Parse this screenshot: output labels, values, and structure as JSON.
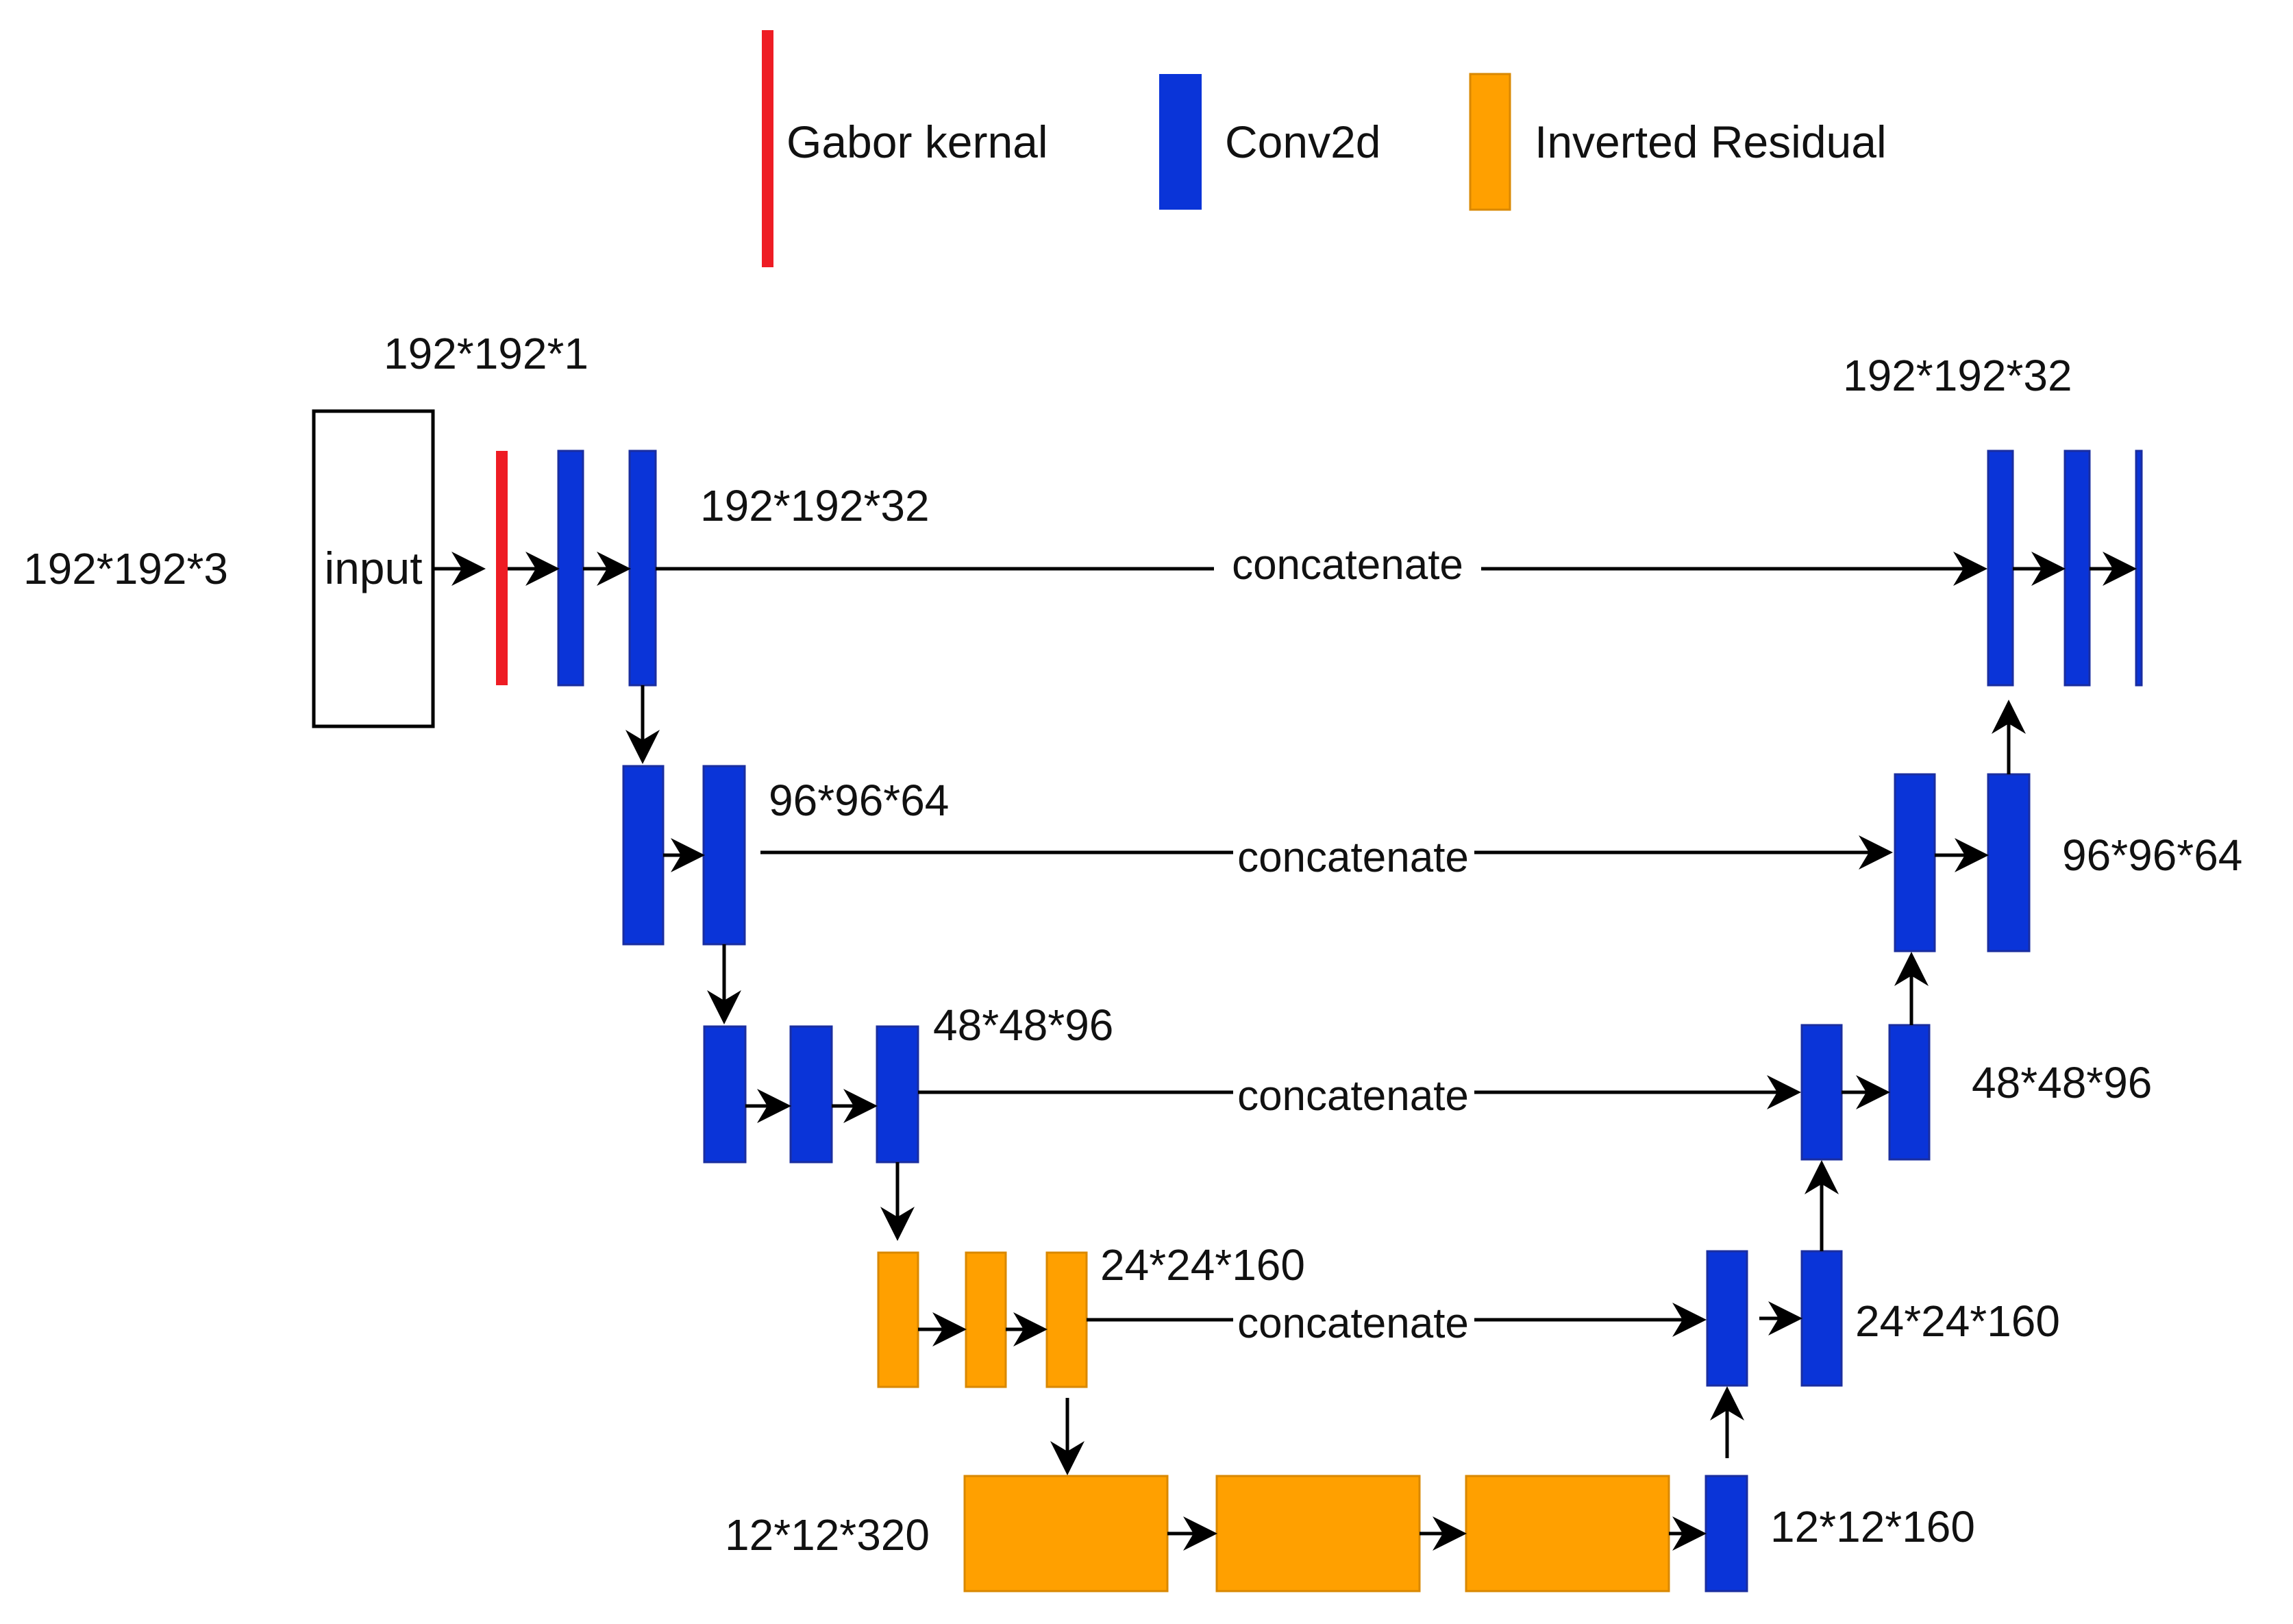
{
  "legend": [
    {
      "kind": "gabor",
      "label": "Gabor kernal",
      "color": "#ee1c24"
    },
    {
      "kind": "conv",
      "label": "Conv2d",
      "color": "#0a34d8"
    },
    {
      "kind": "ir",
      "label": "Inverted Residual",
      "color": "#ffa000"
    }
  ],
  "colors": {
    "gabor": "#ee1c24",
    "conv": "#0a34d8",
    "ir": "#ffa000",
    "block_border": "#1a2ea0",
    "ir_border": "#d98800"
  },
  "input_label": "input",
  "concat_label": "concatenate",
  "shapes": {
    "input_rgb": "192*192*3",
    "after_gabor": "192*192*1",
    "enc1": "192*192*32",
    "enc2": "96*96*64",
    "enc3": "48*48*96",
    "enc4": "24*24*160",
    "bottleneck_in": "12*12*320",
    "bottleneck_out": "12*12*160",
    "dec4": "24*24*160",
    "dec3": "48*48*96",
    "dec2": "96*96*64",
    "dec1": "192*192*32"
  }
}
